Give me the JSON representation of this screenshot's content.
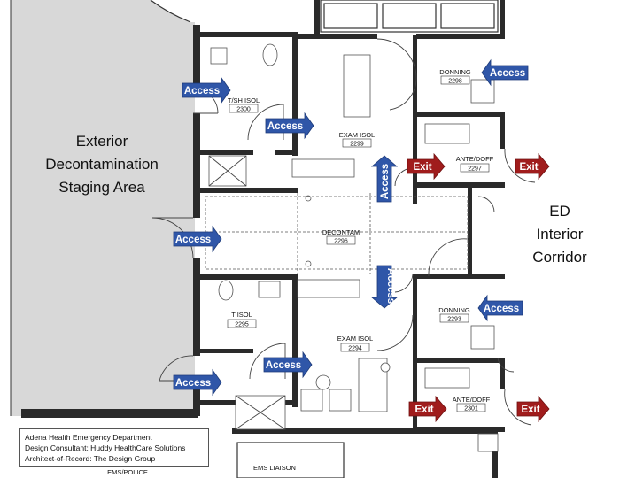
{
  "areas": {
    "exterior": [
      "Exterior",
      "Decontamination",
      "Staging Area"
    ],
    "corridor": [
      "ED",
      "Interior",
      "Corridor"
    ]
  },
  "rooms": [
    {
      "name": "T/SH ISOL",
      "number": "2300"
    },
    {
      "name": "EXAM ISOL",
      "number": "2299"
    },
    {
      "name": "DONNING",
      "number": "2298"
    },
    {
      "name": "ANTE/DOFF",
      "number": "2297"
    },
    {
      "name": "DECONTAM",
      "number": "2296"
    },
    {
      "name": "T ISOL",
      "number": "2295"
    },
    {
      "name": "EXAM ISOL",
      "number": "2294"
    },
    {
      "name": "DONNING",
      "number": "2293"
    },
    {
      "name": "ANTE/DOFF",
      "number": "2301"
    },
    {
      "name": "EMS LIAISON",
      "number": ""
    },
    {
      "name": "EMS/POLICE",
      "number": ""
    }
  ],
  "arrows": {
    "access": "Access",
    "exit": "Exit"
  },
  "colors": {
    "access": "#2f56a8",
    "exit": "#a01c1c",
    "exterior_fill": "#d8d8d8",
    "wall": "#2a2a2a"
  },
  "credits": [
    "Adena Health Emergency Department",
    "Design Consultant: Huddy HealthCare Solutions",
    "Architect-of-Record: The Design Group"
  ]
}
